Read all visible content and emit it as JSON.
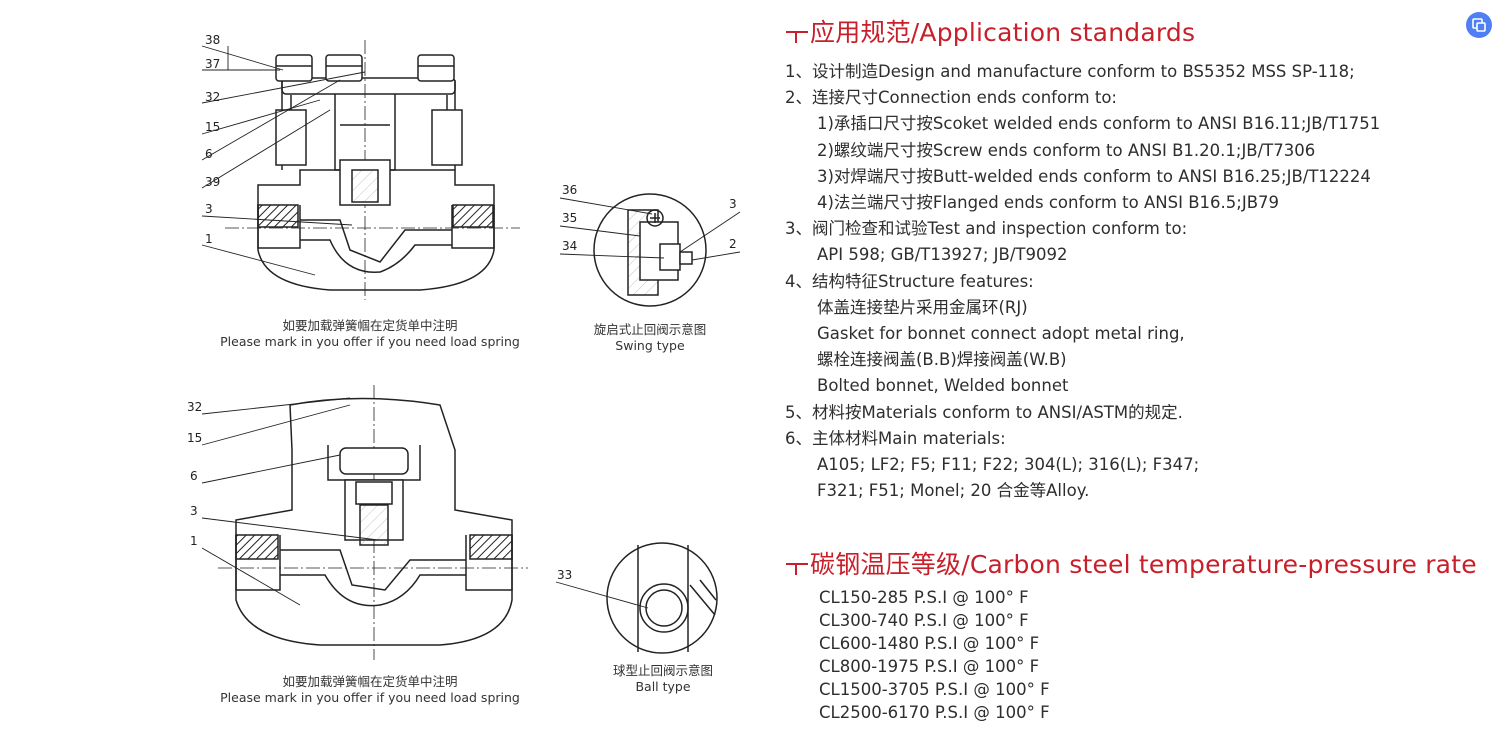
{
  "labels": {
    "top": [
      "38",
      "37",
      "32",
      "15",
      "6",
      "39",
      "3",
      "1"
    ],
    "swing": [
      "36",
      "35",
      "34",
      "3",
      "2"
    ],
    "bottom": [
      "32",
      "15",
      "6",
      "3",
      "1"
    ],
    "ball": [
      "33"
    ]
  },
  "captions": {
    "top_cn": "如要加载弹簧帼在定货单中注明",
    "top_en": "Please mark in you offer if you need load spring",
    "swing_cn": "旋启式止回阀示意图",
    "swing_en": "Swing type",
    "bottom_cn": "如要加载弹簧帼在定货单中注明",
    "bottom_en": "Please mark in you offer if you need load spring",
    "ball_cn": "球型止回阀示意图",
    "ball_en": "Ball type"
  },
  "application": {
    "title": "应用规范/Application standards",
    "lines": [
      "1、设计制造Design and manufacture conform to BS5352 MSS SP-118;",
      "2、连接尺寸Connection ends conform to:",
      "1)承插口尺寸按Scoket welded ends conform to ANSI B16.11;JB/T1751",
      "2)螺纹端尺寸按Screw ends conform to ANSI B1.20.1;JB/T7306",
      "3)对焊端尺寸按Butt-welded ends conform to ANSI B16.25;JB/T12224",
      "4)法兰端尺寸按Flanged ends conform to ANSI B16.5;JB79",
      "3、阀门检查和试验Test and inspection conform to:",
      "API 598; GB/T13927; JB/T9092",
      "4、结构特征Structure features:",
      "体盖连接垫片采用金属环(RJ)",
      "Gasket for bonnet connect adopt metal ring,",
      "螺栓连接阀盖(B.B)焊接阀盖(W.B)",
      "Bolted bonnet, Welded bonnet",
      "5、材料按Materials conform to ANSI/ASTM的规定.",
      "6、主体材料Main materials:",
      "A105; LF2; F5; F11; F22; 304(L); 316(L); F347;",
      "F321; F51; Monel; 20 合金等Alloy."
    ]
  },
  "rating": {
    "title": "碳钢温压等级/Carbon steel temperature-pressure rate",
    "lines": [
      "CL150-285 P.S.I @ 100° F",
      "CL300-740 P.S.I @ 100° F",
      "CL600-1480 P.S.I @ 100° F",
      "CL800-1975 P.S.I @ 100° F",
      "CL1500-3705 P.S.I @ 100° F",
      "CL2500-6170 P.S.I @ 100° F"
    ]
  },
  "colors": {
    "accent_red": "#c8202a",
    "button_blue": "#4f7ff2",
    "text": "#2e2e2e"
  },
  "icons": {
    "corner_button": "image-icon"
  }
}
